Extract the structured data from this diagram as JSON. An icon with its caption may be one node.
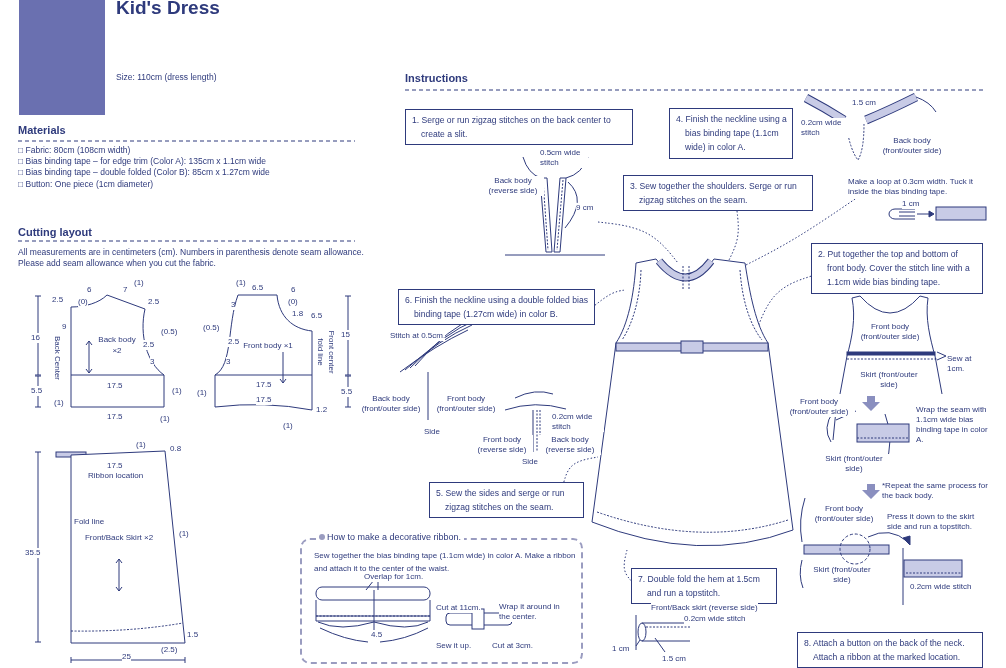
{
  "diagram": {
    "title": "Kid's Dress",
    "nodes": [
      {
        "text": [
          "Back body ×2"
        ]
      },
      {
        "text": [
          "Front body ×1"
        ]
      },
      {
        "text": [
          "Front/Back Skirt ×2"
        ]
      },
      {
        "text": [
          "1. Serge or run zigzag stitches on the back center to create a slit."
        ]
      },
      {
        "text": [
          "4. Finish the neckline using a bias binding tape (1.1cm wide) in color A."
        ]
      },
      {
        "text": [
          "3. Sew together the shoulders. Serge or run zigzag stitches on the seam."
        ]
      },
      {
        "text": [
          "2. Put together the top and bottom of front body. Cover the stitch line with a 1.1cm wide bias binding tape."
        ]
      },
      {
        "text": [
          "6. Finish the neckline using a double folded bias binding tape (1.27cm wide) in color B."
        ]
      },
      {
        "text": [],
        "shape": "picture"
      },
      {
        "text": [
          "5. Sew the sides and serge or run zigzag stitches on the seam."
        ]
      },
      {
        "text": [
          "How to make a decorative ribbon.",
          "Sew together the bias binding tape (1.1cm wide) in color A. Make a ribbon and attach it to the center of the waist."
        ]
      },
      {
        "text": [
          "7. Double fold the hem at 1.5cm and run a topstitch."
        ]
      },
      {
        "text": [
          "8. Attach a button on the back of the neck. Attach a ribbon at the marked location."
        ]
      },
      {
        "text": [
          "Make a loop at 0.3cm width. Tuck it inside the bias binding tape."
        ]
      }
    ],
    "edges": [
      {
        "from": null,
        "to": 8,
        "arrow": "none",
        "style": "dashed"
      },
      {
        "from": 13,
        "to": 8,
        "arrow": "none",
        "style": "dashed"
      },
      {
        "from": 5,
        "to": 8,
        "arrow": "none",
        "style": "dashed"
      },
      {
        "from": 7,
        "to": 8,
        "arrow": "none",
        "style": "dashed"
      },
      {
        "from": 6,
        "to": 8,
        "arrow": "none",
        "style": "dashed"
      },
      {
        "from": 9,
        "to": 8,
        "arrow": "none",
        "style": "dashed"
      },
      {
        "from": 11,
        "to": 8,
        "arrow": "none",
        "style": "dashed"
      }
    ],
    "labels": [
      "Size: 110cm (dress length)",
      "Materials",
      "□ Fabric: 80cm (108cm width)",
      "□ Bias binding tape – for edge trim (Color A): 135cm x 1.1cm wide",
      "□ Bias binding tape – double folded (Color B): 85cm x 1.27cm wide",
      "□ Button: One piece (1cm diameter)",
      "Cutting layout",
      "All measurements are in centimeters (cm). Numbers in parenthesis denote seam allowance. Please add seam allowance when you cut the fabric.",
      "Instructions",
      "6",
      "7",
      "(1)",
      "2.5",
      "(0)",
      "2.5",
      "9",
      "16",
      "Back Center",
      "(0.5)",
      "2.5",
      "3",
      "17.5",
      "5.5",
      "(1)",
      "(1)",
      "17.5",
      "(1)",
      "(1)",
      "6.5",
      "6",
      "3",
      "(0)",
      "1.8",
      "6.5",
      "(0.5)",
      "2.5",
      "3",
      "15",
      "fold line",
      "Front center",
      "17.5",
      "(1)",
      "17.5",
      "5.5",
      "1.2",
      "(1)",
      "(1)",
      "0.8",
      "17.5",
      "Ribbon location",
      "Fold line",
      "(1)",
      "35.5",
      "1.5",
      "(2.5)",
      "25",
      "0.5cm wide stitch",
      "Back body (reverse side)",
      "9 cm",
      "Stitch at 0.5cm.",
      "1.5 cm",
      "0.2cm wide stitch",
      "Back body (front/outer side)",
      "1 cm",
      "Front body (front/outer side)",
      "Sew at 1cm.",
      "Skirt (front/outer side)",
      "Back body (front/outer side)",
      "Front body (front/outer side)",
      "Front body (front/outer side)",
      "Wrap the seam with 1.1cm wide bias binding tape in color A.",
      "0.2cm wide stitch",
      "Side",
      "Front body (reverse side)",
      "Back body (reverse side)",
      "Skirt (front/outer side)",
      "Side",
      "*Repeat the same process for the back body.",
      "Front body (front/outer side)",
      "Press it down to the skirt side and run a topstitch.",
      "Skirt (front/outer side)",
      "0.2cm wide stitch",
      "Overlap for 1cm.",
      "Cut at 11cm.",
      "Wrap it around in the center.",
      "4.5",
      "Front/Back skirt (reverse side)",
      "0.2cm wide stitch",
      "Sew it up.",
      "Cut at 3cm.",
      "1 cm",
      "1.5 cm"
    ]
  }
}
